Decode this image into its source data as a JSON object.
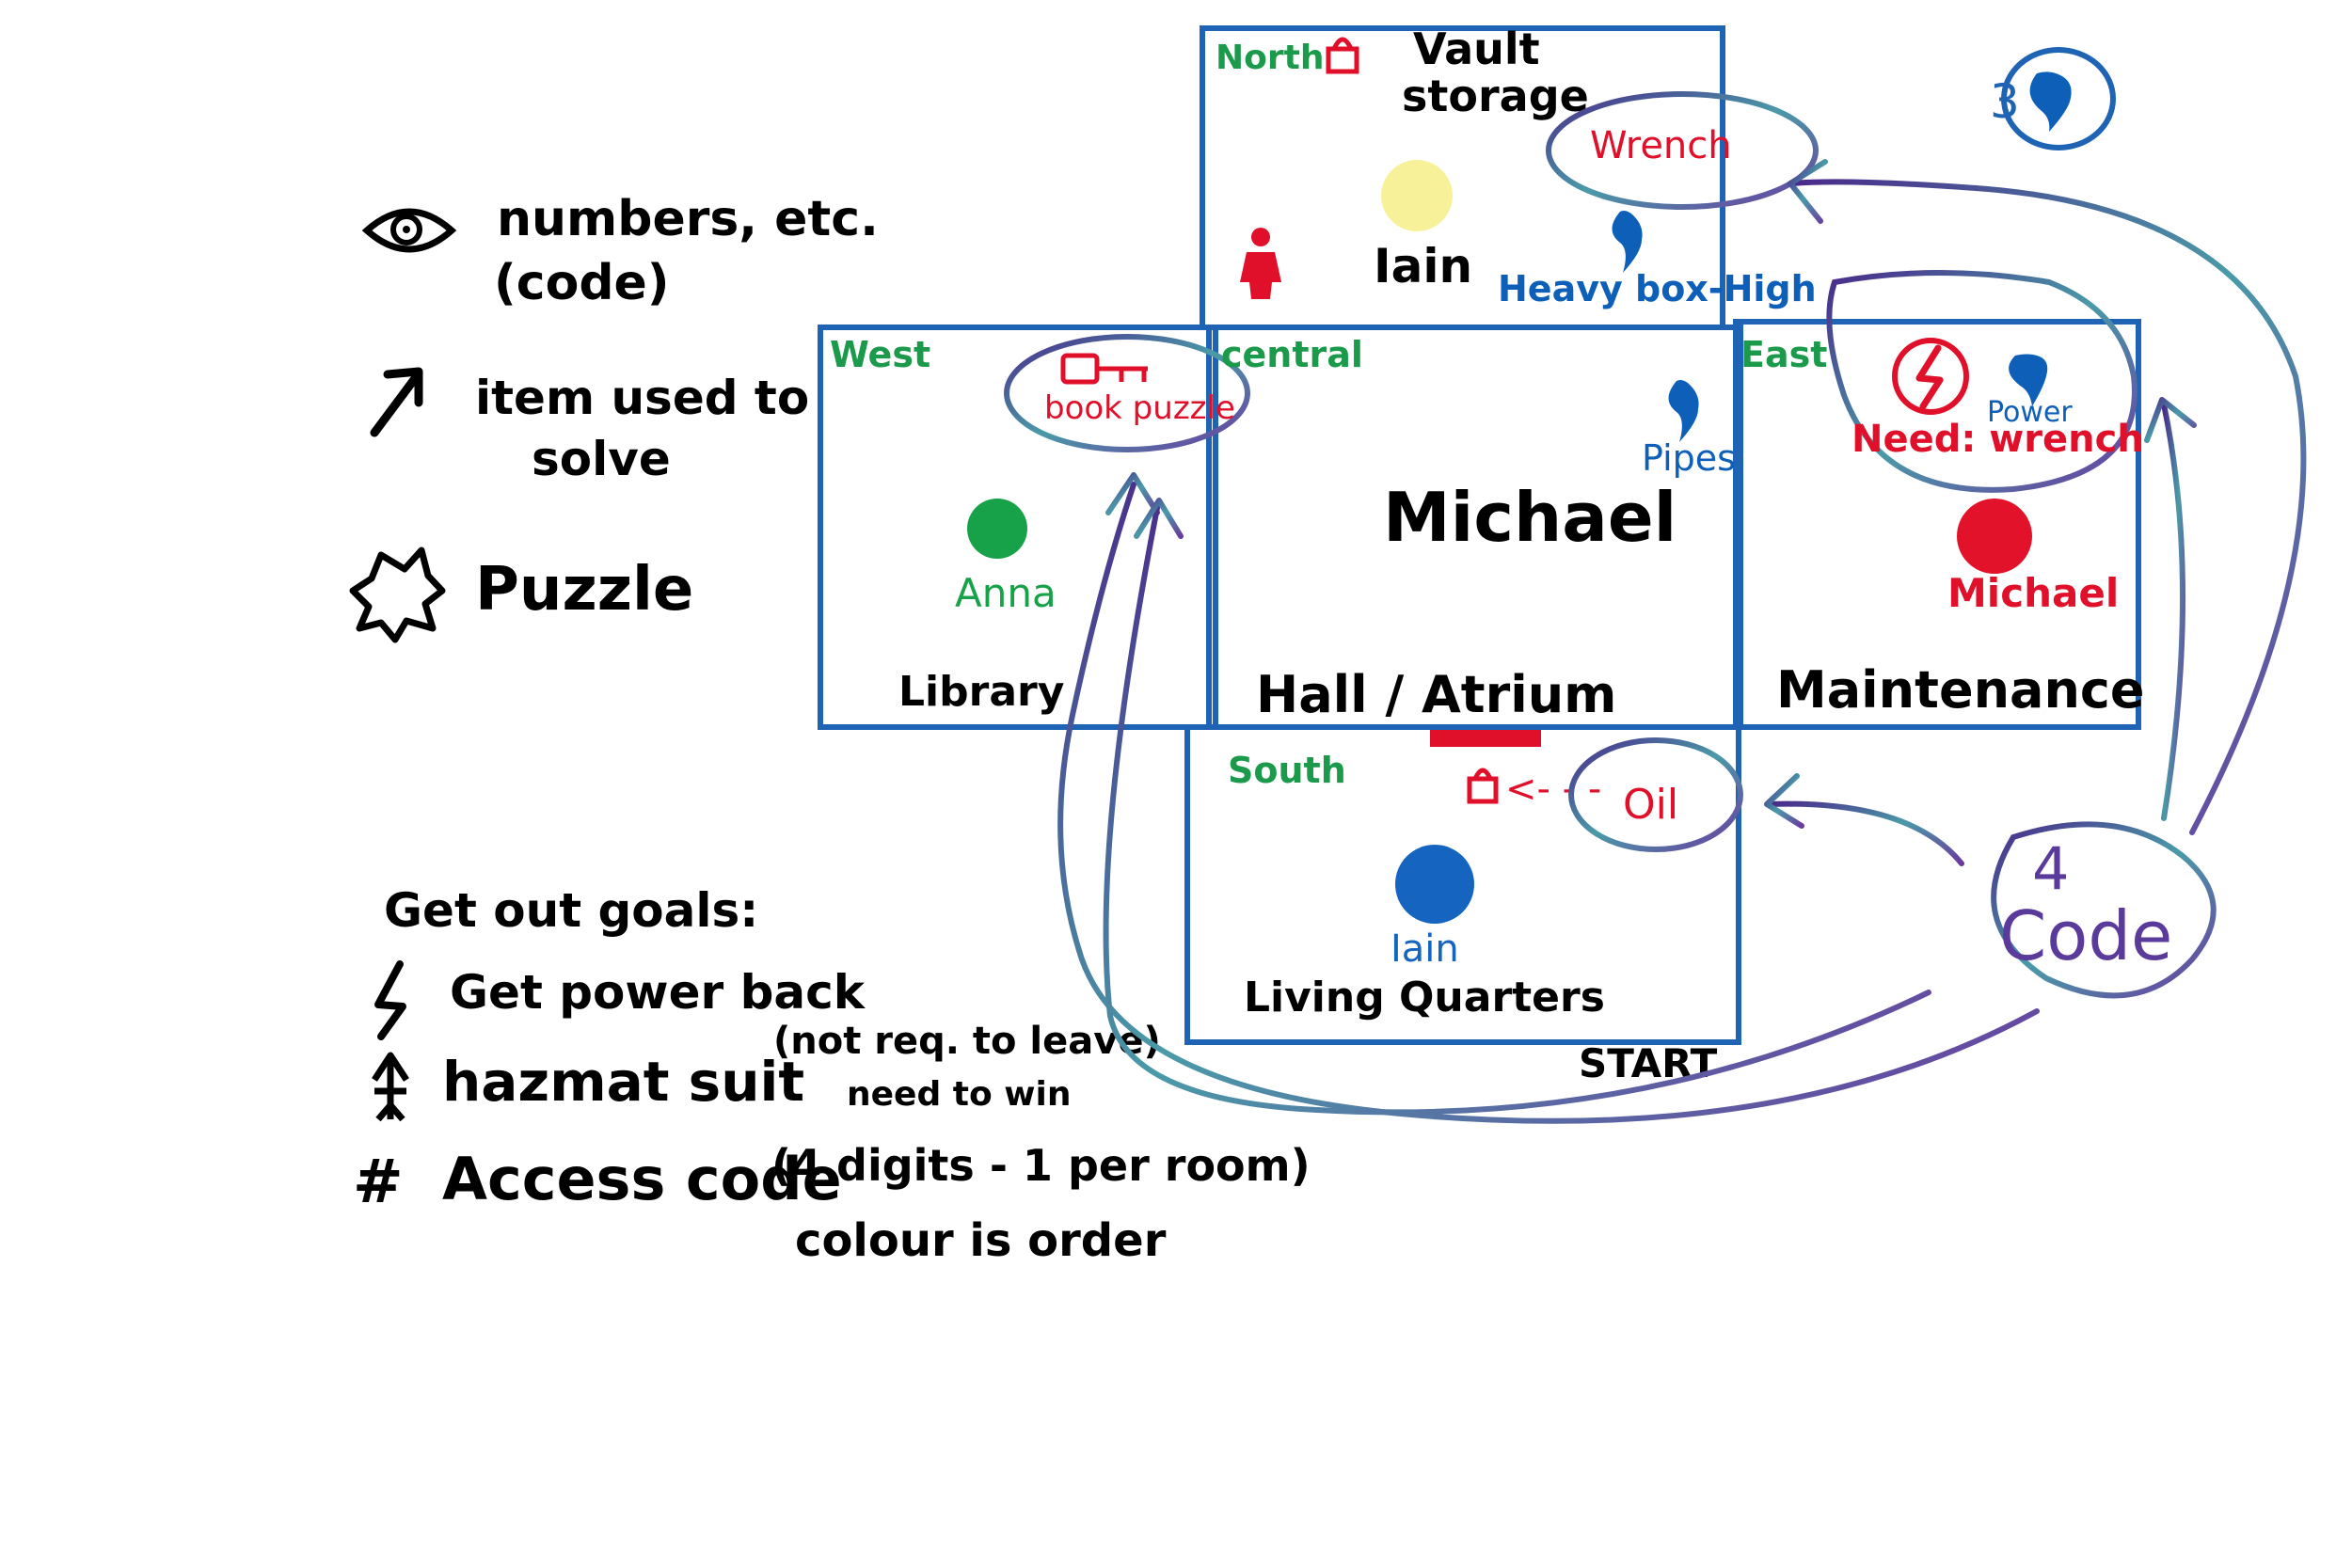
{
  "legend": {
    "eye_text_1": "numbers, etc.",
    "eye_text_2": "(code)",
    "arrow_text_1": "item used to",
    "arrow_text_2": "solve",
    "puzzle_text": "Puzzle"
  },
  "goals": {
    "title": "Get out goals:",
    "power": "Get power back",
    "hazmat": "hazmat suit",
    "hazmat_note_1": "(not req. to leave)",
    "hazmat_note_2": "need to win",
    "access": "Access code",
    "access_note": "(4 digits - 1 per room)",
    "colour_note": "colour is order"
  },
  "rooms": {
    "north": {
      "direction": "North",
      "name_1": "Vault",
      "name_2": "storage",
      "clue": "Wrench",
      "character": "Iain",
      "heart_note": "Heavy box-High"
    },
    "west": {
      "direction": "West",
      "clue": "book puzzle",
      "character": "Anna",
      "name": "Library"
    },
    "central": {
      "direction": "central",
      "heart_note": "Pipes",
      "character": "Michael",
      "name": "Hall / Atrium"
    },
    "east": {
      "direction": "East",
      "power_label": "Power",
      "need_text": "Need: wrench",
      "character": "Michael",
      "name": "Maintenance"
    },
    "south": {
      "direction": "South",
      "clue": "Oil",
      "character": "Iain",
      "name": "Living Quarters",
      "start": "START"
    }
  },
  "lives_badge": "3",
  "code_badge": {
    "number": "4",
    "label": "Code"
  },
  "colors": {
    "room_outline": "#1f63b5",
    "direction_label": "#1a9a4a",
    "clue_red": "#e0102a",
    "anna_green": "#17a24a",
    "iain_yellow": "#f7f29a",
    "iain_blue": "#1565c0",
    "michael_red": "#e3122b",
    "heart_blue": "#0d5fb8",
    "swirl_purple": "#5a3a9a",
    "swirl_teal": "#56a6a0",
    "ink": "#000000"
  }
}
